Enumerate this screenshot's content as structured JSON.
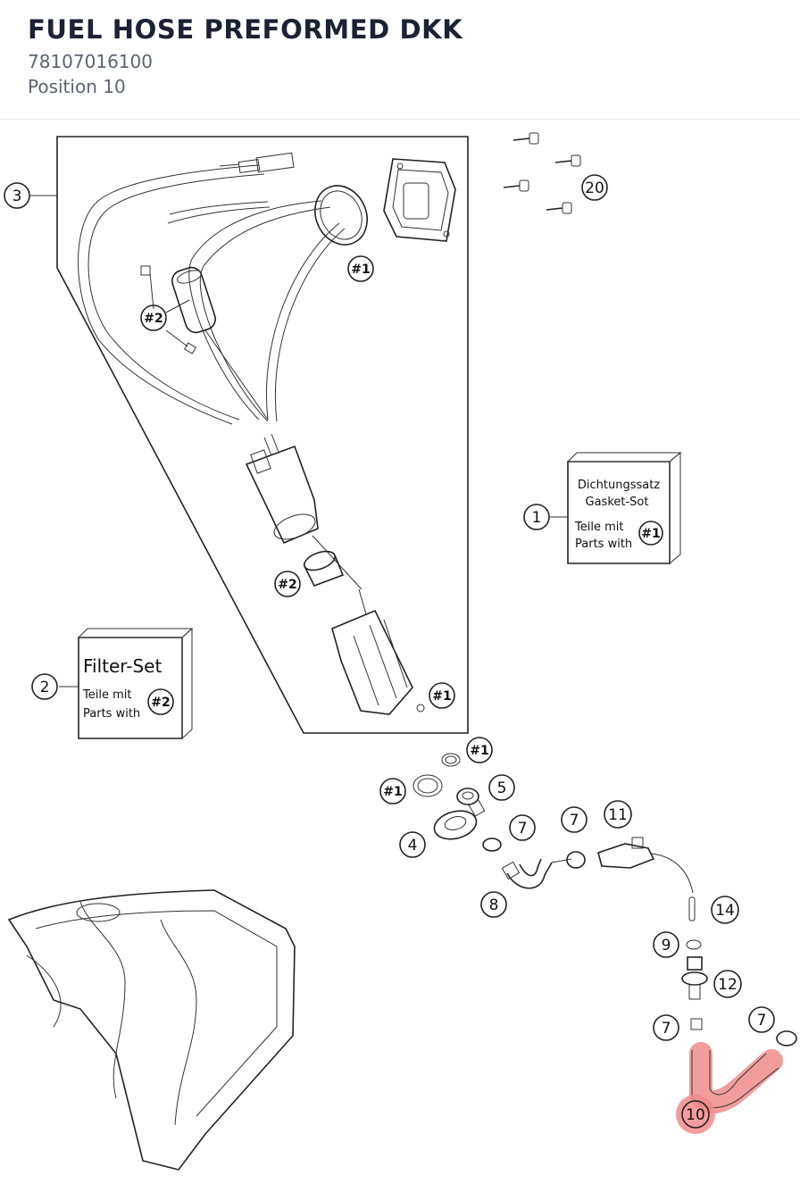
{
  "header": {
    "title": "FUEL HOSE PREFORMED DKK",
    "part_number": "78107016100",
    "position": "Position 10"
  },
  "highlight_color": "#f08c8c",
  "callouts": {
    "c1": "1",
    "c2": "2",
    "c3": "3",
    "c4": "4",
    "c5": "5",
    "c7a": "7",
    "c7b": "7",
    "c7c": "7",
    "c7d": "7",
    "c8": "8",
    "c9": "9",
    "c10": "10",
    "c11": "11",
    "c12": "12",
    "c14": "14",
    "c20": "20"
  },
  "refs": {
    "r1a": "#1",
    "r1b": "#1",
    "r1c": "#1",
    "r1d": "#1",
    "r1e": "#1",
    "r2a": "#2",
    "r2b": "#2"
  },
  "gasket_box": {
    "line1": "Dichtungssatz",
    "line2": "Gasket-Sot",
    "line3": "Teile mit",
    "line4": "Parts with",
    "ref": "#1"
  },
  "filter_box": {
    "title": "Filter-Set",
    "line1": "Teile mit",
    "line2": "Parts with",
    "ref": "#2"
  }
}
